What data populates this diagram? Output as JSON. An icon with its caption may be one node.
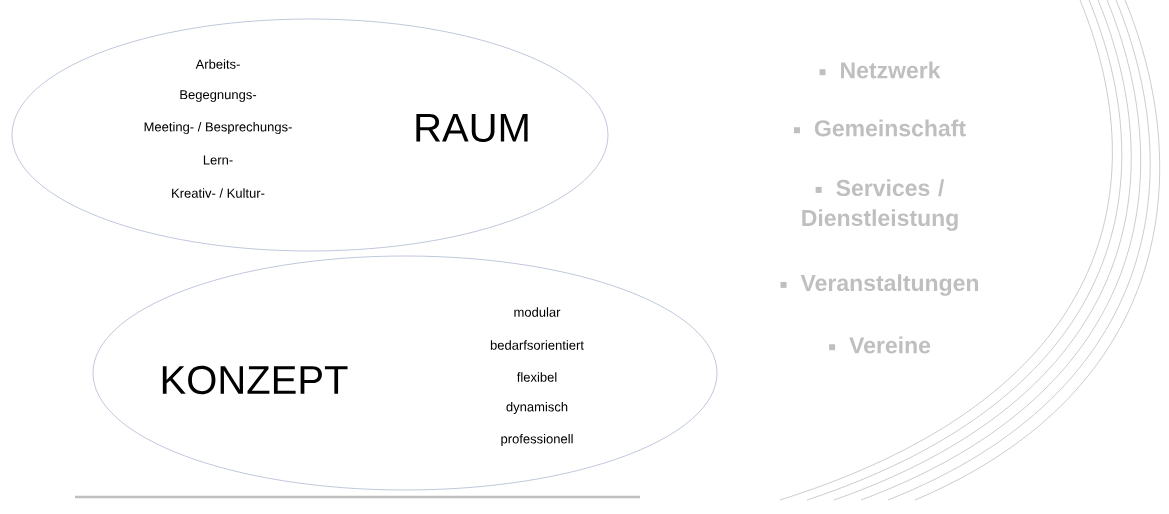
{
  "diagram": {
    "nodes": [
      {
        "text": [
          "Arbeits-",
          "Begegnungs-",
          "Meeting- / Besprechungs-",
          "Lern-",
          "Kreativ- / Kultur-",
          "RAUM"
        ]
      },
      {
        "text": [
          "KONZEPT",
          "modular",
          "bedarfsorientiert",
          "flexibel",
          "dynamisch",
          "professionell"
        ]
      }
    ],
    "labels": [
      "Netzwerk",
      "Gemeinschaft",
      "Services / Dienstleistung",
      "Veranstaltungen",
      "Vereine"
    ]
  }
}
